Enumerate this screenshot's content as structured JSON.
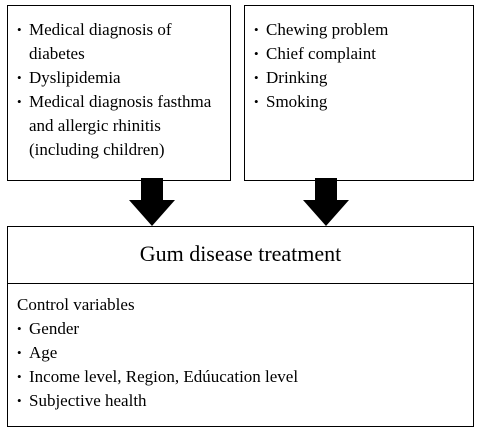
{
  "left_box": {
    "items": [
      "Medical diagnosis of diabetes",
      "Dyslipidemia",
      "Medical diagnosis fasthma and allergic rhinitis (including children)"
    ]
  },
  "right_box": {
    "items": [
      "Chewing problem",
      "Chief complaint",
      "Drinking",
      "Smoking"
    ]
  },
  "outcome": {
    "title": "Gum disease treatment"
  },
  "controls": {
    "heading": "Control variables",
    "items": [
      "Gender",
      "Age",
      "Income level, Region, Edúucation level",
      "Subjective health"
    ]
  },
  "bullet_glyph": "•",
  "arrow_color": "#000000"
}
